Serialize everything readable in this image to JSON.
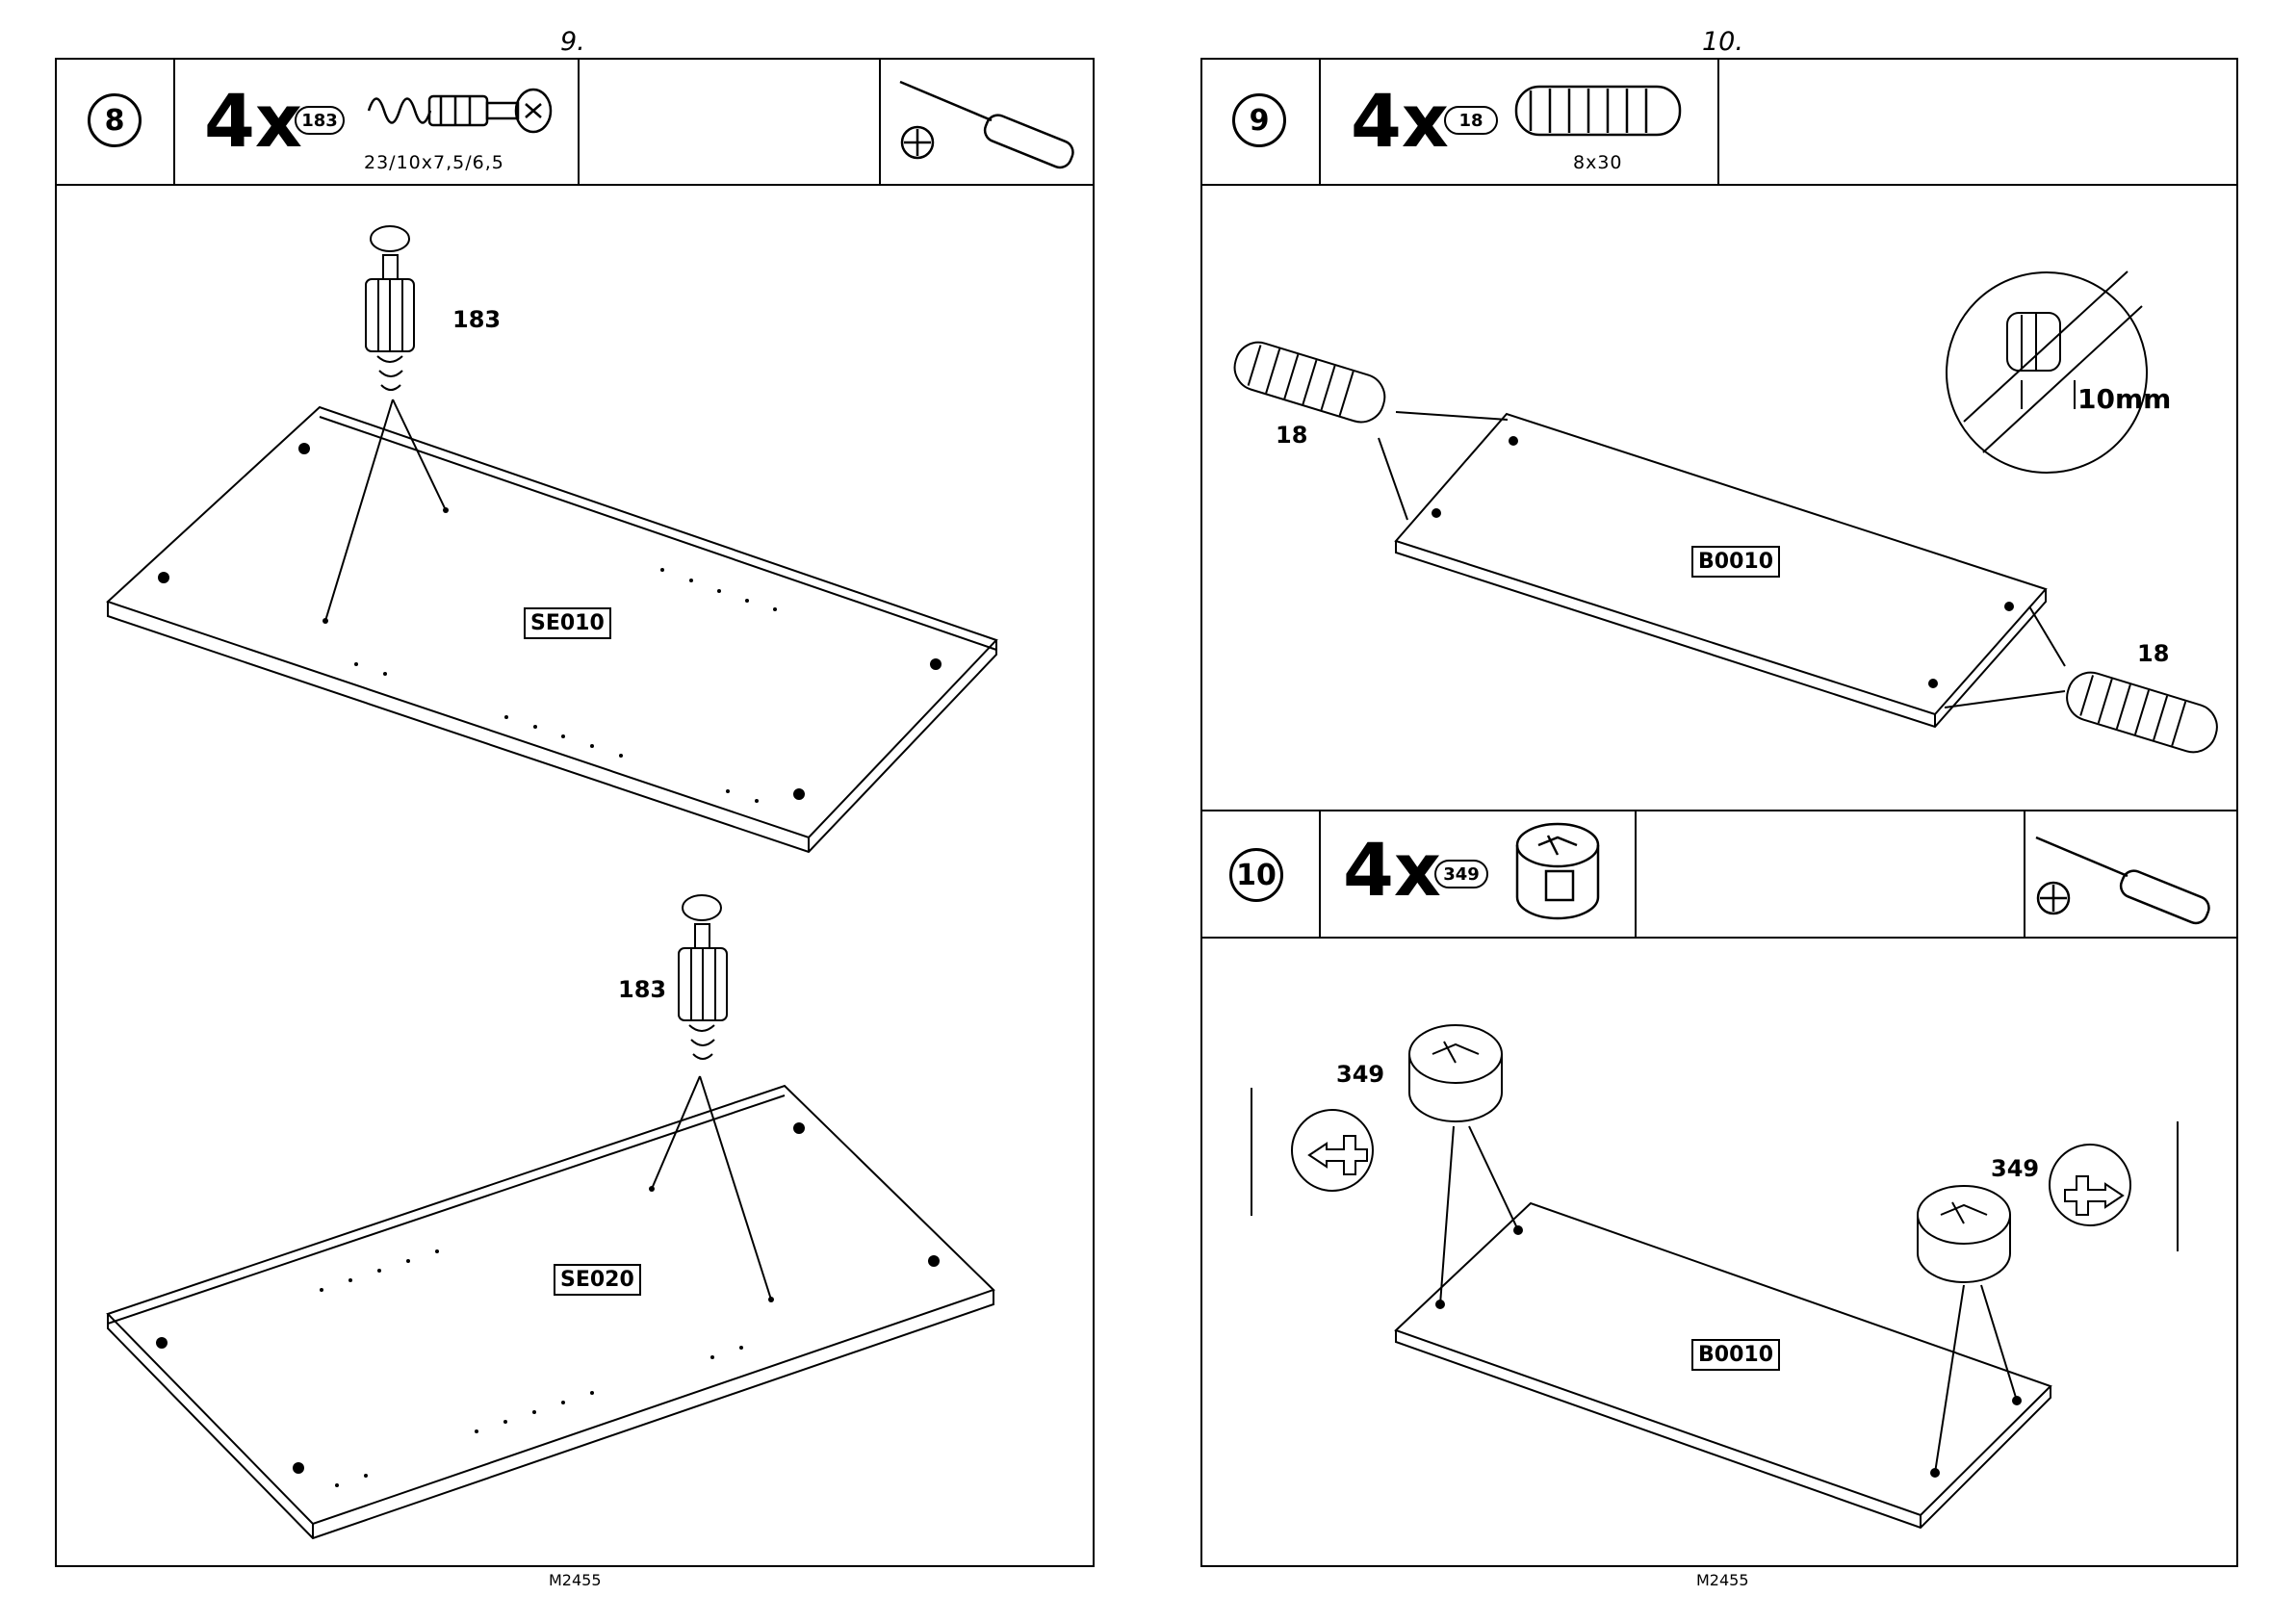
{
  "pages": {
    "left": {
      "number": "9.",
      "footer": "M2455"
    },
    "right": {
      "number": "10.",
      "footer": "M2455"
    }
  },
  "steps": [
    {
      "step": "8",
      "quantity": "4x",
      "part": "183",
      "dimension": "23/10x7,5/6,5",
      "tool": "screwdriver-icon",
      "callouts": [
        "183",
        "183"
      ],
      "panels": [
        "SE010",
        "SE020"
      ]
    },
    {
      "step": "9",
      "quantity": "4x",
      "part": "18",
      "dimension": "8x30",
      "callouts": [
        "18",
        "18"
      ],
      "panels": [
        "B0010"
      ],
      "detail": "10mm"
    },
    {
      "step": "10",
      "quantity": "4x",
      "part": "349",
      "tool": "screwdriver-icon",
      "callouts": [
        "349",
        "349"
      ],
      "panels": [
        "B0010"
      ]
    }
  ]
}
